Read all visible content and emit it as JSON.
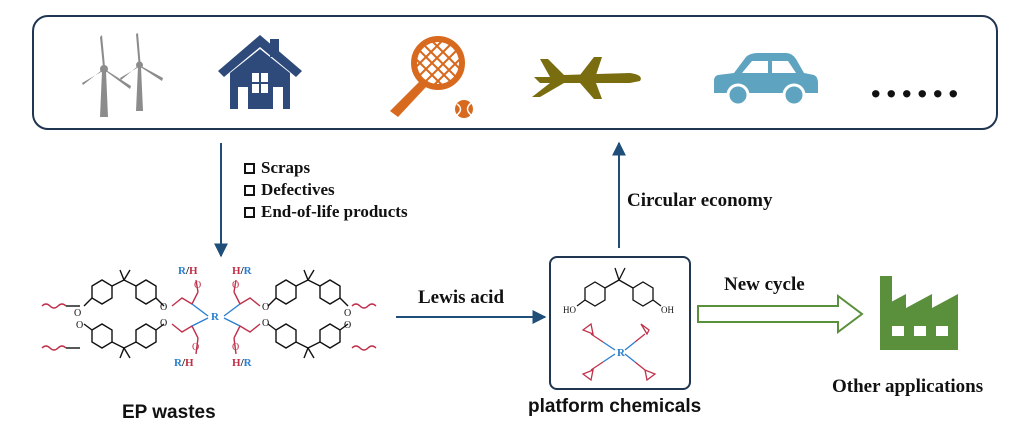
{
  "applications": {
    "icons": [
      "wind-turbine-icon",
      "house-icon",
      "tennis-racket-icon",
      "airplane-icon",
      "car-icon"
    ],
    "ellipsis": "......",
    "colors": {
      "turbine": "#8c8c8c",
      "house": "#2e4a7a",
      "racket": "#d86a1f",
      "airplane": "#7a6d10",
      "car": "#5ea3bf",
      "frame": "#1f3550"
    }
  },
  "waste_sources": {
    "items": [
      "Scraps",
      "Defectives",
      "End-of-life products"
    ]
  },
  "ep_wastes": {
    "label": "EP wastes",
    "substituent_labels": [
      "R",
      "H",
      "H",
      "R",
      "R",
      "H",
      "H",
      "R"
    ],
    "slash": "/",
    "center_atom": "R",
    "oxygen_label": "O"
  },
  "process": {
    "lewis_acid_label": "Lewis acid",
    "circular_economy_label": "Circular economy",
    "new_cycle_label": "New cycle"
  },
  "platform": {
    "label": "platform chemicals",
    "ho_label": "HO",
    "oh_label": "OH",
    "center_atom": "R"
  },
  "other": {
    "label": "Other applications",
    "factory_color": "#5a8f3c"
  },
  "colors": {
    "arrow": "#1f4e79",
    "new_cycle_arrow": "#5a8f3c",
    "red": "#c0304a",
    "blue": "#2a7fd0"
  }
}
